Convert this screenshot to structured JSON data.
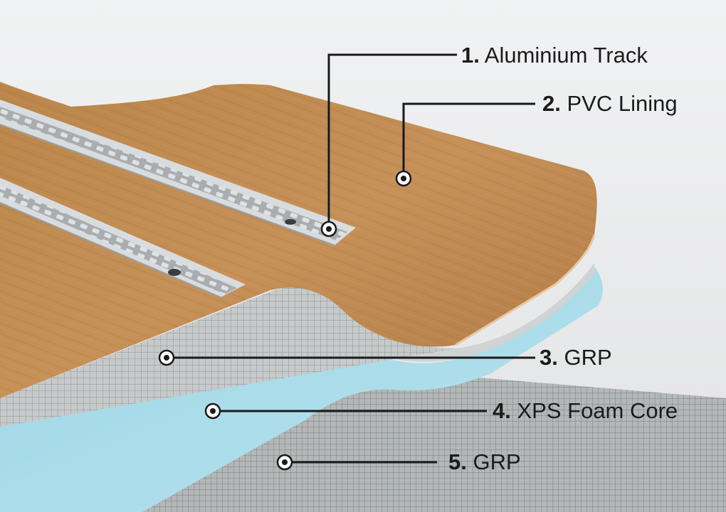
{
  "callouts": [
    {
      "num": "1.",
      "text": "Aluminium Track"
    },
    {
      "num": "2.",
      "text": "PVC Lining"
    },
    {
      "num": "3.",
      "text": "GRP"
    },
    {
      "num": "4.",
      "text": "XPS Foam Core"
    },
    {
      "num": "5.",
      "text": "GRP"
    }
  ],
  "colors": {
    "background": "#e9eaeb",
    "wood": "#c08c56",
    "foam": "#a9dbe8",
    "grp": "#c9cccd",
    "aluminium": "#c8cbcd",
    "callout_line": "#1a1a1a"
  }
}
